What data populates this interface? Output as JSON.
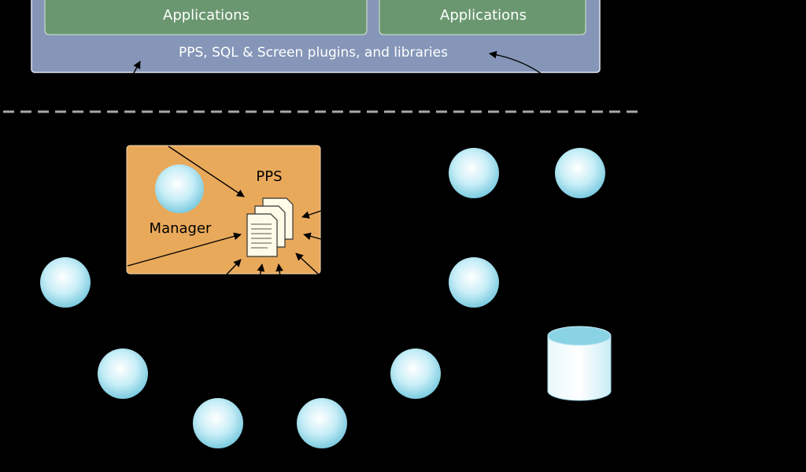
{
  "top_panel": {
    "app_box_left_label": "Applications",
    "app_box_right_label": "Applications",
    "plugins_label": "PPS, SQL & Screen plugins, and libraries"
  },
  "pps_box": {
    "title": "PPS",
    "manager_label": "Manager"
  },
  "colors": {
    "background": "#000000",
    "top_panel": "#8596b8",
    "app_box": "#6a9770",
    "pps_box": "#e9a95b",
    "divider": "#a8a8a8",
    "node": "#a9e2f0",
    "database_top": "#8ad3e5"
  },
  "icons": {
    "node": "service-node-icon",
    "document_stack": "document-stack-icon",
    "database": "database-icon"
  }
}
